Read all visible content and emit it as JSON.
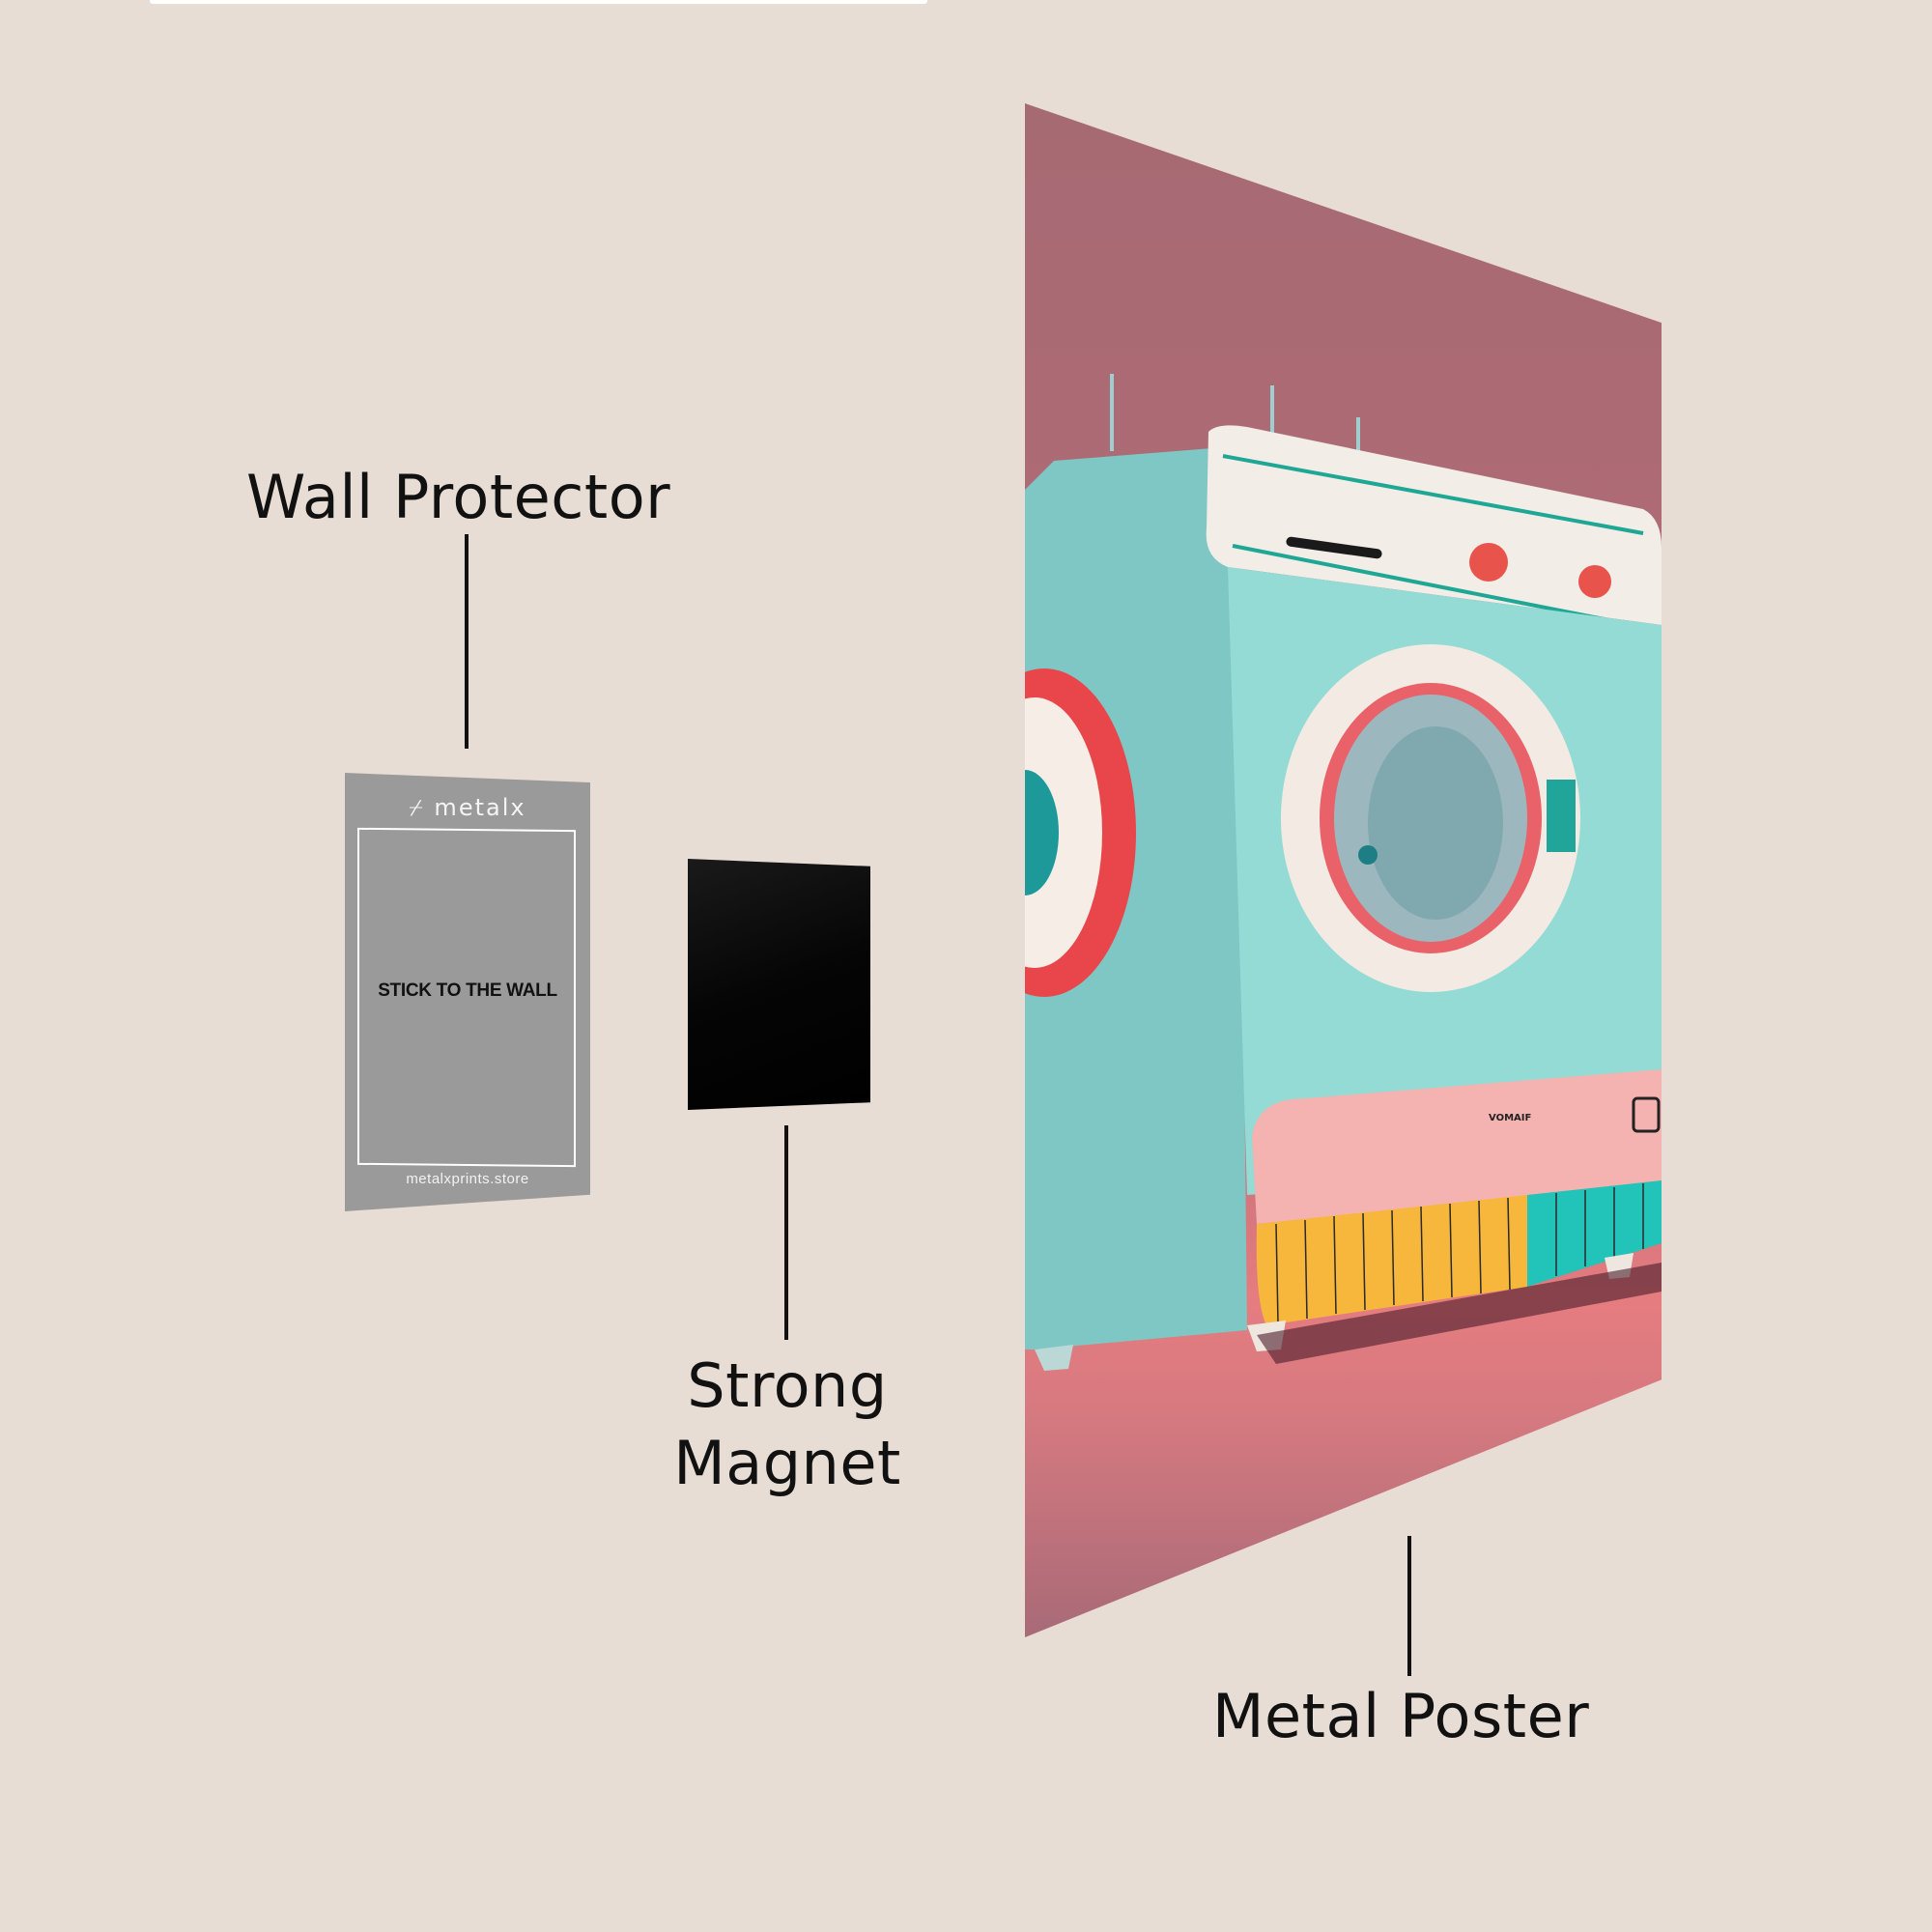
{
  "labels": {
    "wall_protector": "Wall Protector",
    "strong_magnet_line1": "Strong",
    "strong_magnet_line2": "Magnet",
    "metal_poster": "Metal Poster"
  },
  "wall_protector_card": {
    "brand_logo": "⌿ metalx",
    "instruction": "STICK TO THE WALL",
    "website": "metalxprints.store"
  },
  "poster_artwork": {
    "subject": "pastel retro washing machine",
    "brand_text": "VOMAIF"
  },
  "colors": {
    "background": "#e8ddd5",
    "protector_gray": "#9a9a9a",
    "magnet_black": "#050505",
    "poster_wall": "#a66a73",
    "machine_teal": "#8fd8d0",
    "machine_pink": "#f4b3b0",
    "machine_yellow": "#f6b73c",
    "knob_red": "#e8534b",
    "floor_coral": "#e57c80"
  }
}
